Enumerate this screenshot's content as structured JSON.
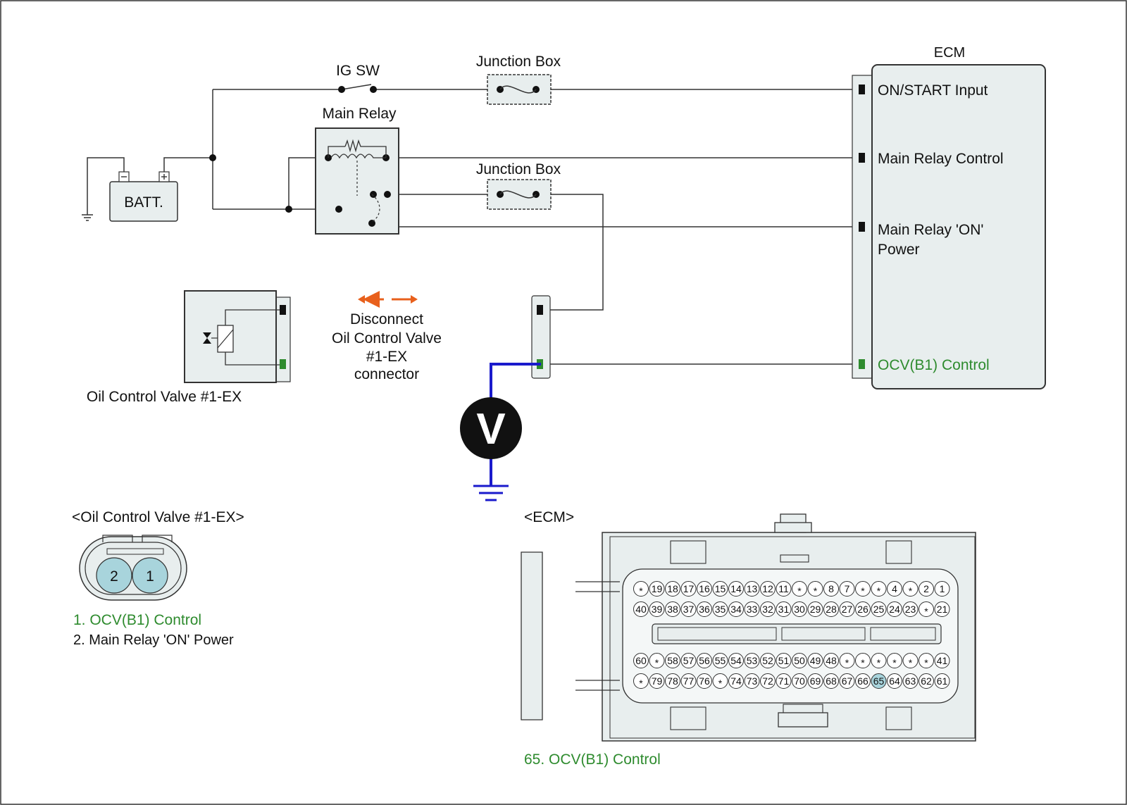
{
  "labels": {
    "ig_sw": "IG SW",
    "junction_box_1": "Junction Box",
    "junction_box_2": "Junction Box",
    "main_relay": "Main Relay",
    "battery": "BATT.",
    "ecm_title": "ECM",
    "ecm_on_start": "ON/START Input",
    "ecm_main_relay_control": "Main Relay Control",
    "ecm_main_relay_on_1": "Main Relay 'ON'",
    "ecm_main_relay_on_2": "Power",
    "ecm_ocv": "OCV(B1) Control",
    "ocv_component": "Oil Control Valve #1-EX",
    "disconnect_1": "Disconnect",
    "disconnect_2": "Oil Control Valve",
    "disconnect_3": "#1-EX",
    "disconnect_4": "connector",
    "meter_symbol": "V"
  },
  "connector_ocv": {
    "title": "<Oil Control Valve #1-EX>",
    "pin_2": "2",
    "pin_1": "1",
    "legend_1": "1. OCV(B1) Control",
    "legend_2": "2. Main Relay 'ON' Power"
  },
  "connector_ecm": {
    "title": "<ECM>",
    "row1": [
      "*",
      "19",
      "18",
      "17",
      "16",
      "15",
      "14",
      "13",
      "12",
      "11",
      "*",
      "*",
      "8",
      "7",
      "*",
      "*",
      "4",
      "*",
      "2",
      "1"
    ],
    "row2": [
      "40",
      "39",
      "38",
      "37",
      "36",
      "35",
      "34",
      "33",
      "32",
      "31",
      "30",
      "29",
      "28",
      "27",
      "26",
      "25",
      "24",
      "23",
      "*",
      "21"
    ],
    "row3": [
      "60",
      "*",
      "58",
      "57",
      "56",
      "55",
      "54",
      "53",
      "52",
      "51",
      "50",
      "49",
      "48",
      "*",
      "*",
      "*",
      "*",
      "*",
      "*",
      "41"
    ],
    "row4": [
      "*",
      "79",
      "78",
      "77",
      "76",
      "*",
      "74",
      "73",
      "72",
      "71",
      "70",
      "69",
      "68",
      "67",
      "66",
      "65",
      "64",
      "63",
      "62",
      "61"
    ],
    "highlight_pin": "65",
    "legend": "65. OCV(B1) Control"
  },
  "colors": {
    "wire": "#333333",
    "probe_wire": "#1a1acc",
    "ocv_green": "#2e8b2e",
    "arrow_orange": "#e8601c",
    "panel_fill": "#e8eeee",
    "pin_fill": "#a8d4dc",
    "highlight_pin": "#a8d4dc"
  }
}
